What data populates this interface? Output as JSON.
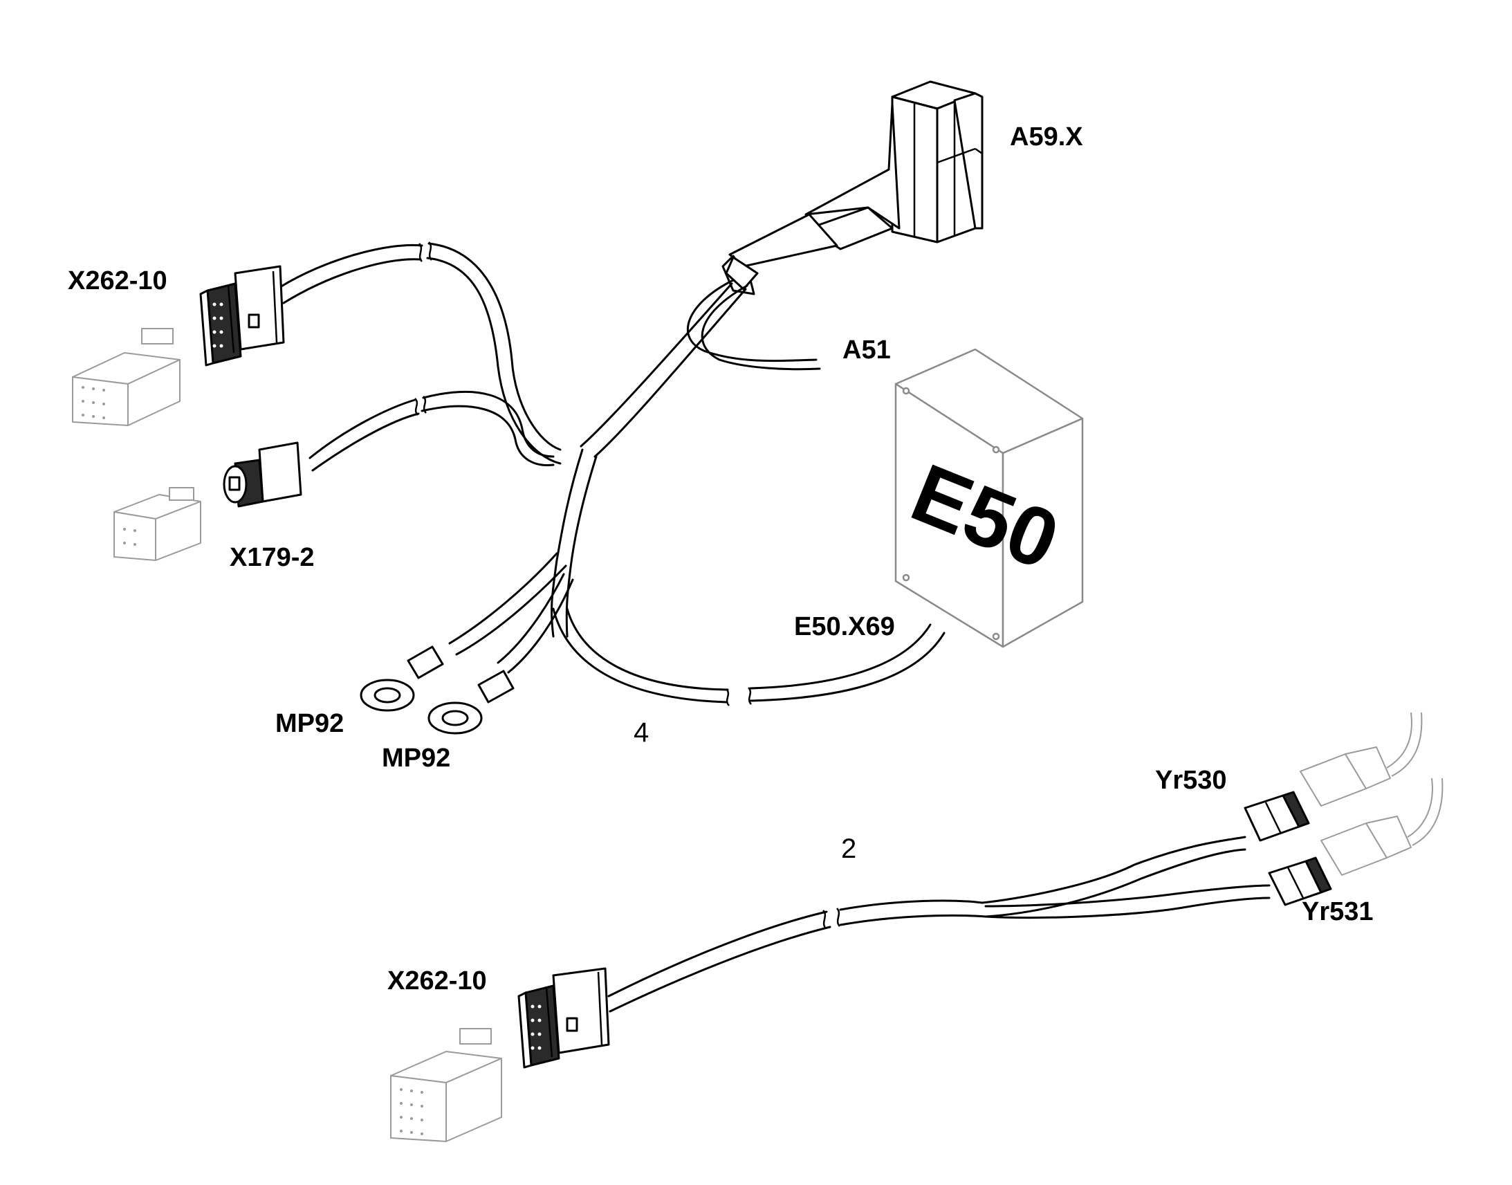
{
  "labels": {
    "a59x": "A59.X",
    "x262_10_top": "X262-10",
    "a51": "A51",
    "e50": "E50",
    "x179_2": "X179-2",
    "e50_x69": "E50.X69",
    "mp92_left": "MP92",
    "mp92_right": "MP92",
    "item_4": "4",
    "yr530": "Yr530",
    "item_2": "2",
    "yr531": "Yr531",
    "x262_10_bottom": "X262-10"
  }
}
